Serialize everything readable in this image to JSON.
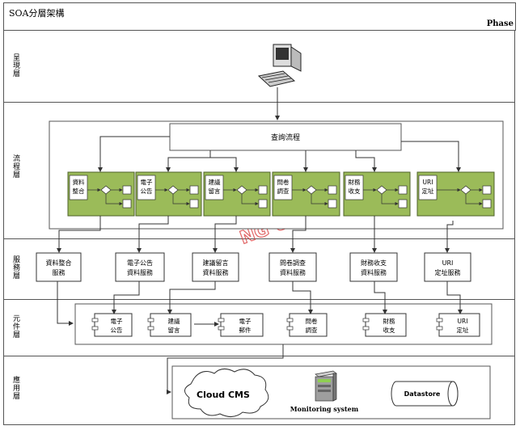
{
  "title": "SOA分層架構",
  "phase_label": "Phase",
  "lanes": {
    "presentation": "呈現層",
    "process": "流程層",
    "service": "服務層",
    "component": "元件層",
    "application": "應用層"
  },
  "process": {
    "query_flow": "查詢流程",
    "subflows": [
      {
        "line1": "資料",
        "line2": "整合"
      },
      {
        "line1": "電子",
        "line2": "公告"
      },
      {
        "line1": "建議",
        "line2": "留言"
      },
      {
        "line1": "問卷",
        "line2": "調查"
      },
      {
        "line1": "財務",
        "line2": "收支"
      },
      {
        "line1": "URI",
        "line2": "定址"
      }
    ]
  },
  "services": [
    {
      "line1": "資料整合",
      "line2": "服務"
    },
    {
      "line1": "電子公告",
      "line2": "資料服務"
    },
    {
      "line1": "建議留言",
      "line2": "資料服務"
    },
    {
      "line1": "問卷調查",
      "line2": "資料服務"
    },
    {
      "line1": "財務收支",
      "line2": "資料服務"
    },
    {
      "line1": "URI",
      "line2": "定址服務"
    }
  ],
  "components": [
    {
      "line1": "電子",
      "line2": "公告"
    },
    {
      "line1": "建議",
      "line2": "留言"
    },
    {
      "line1": "電子",
      "line2": "郵件"
    },
    {
      "line1": "問卷",
      "line2": "調查"
    },
    {
      "line1": "財務",
      "line2": "收支"
    },
    {
      "line1": "URI",
      "line2": "定址"
    }
  ],
  "applications": {
    "cloud_cms": "Cloud CMS",
    "monitoring": "Monitoring system",
    "datastore": "Datastore"
  },
  "watermark": "NG UNIVERS",
  "colors": {
    "green": "#9bbb59",
    "green_dark": "#7a9a3c",
    "border": "#555555",
    "arrow": "#333333",
    "watermark": "#d94040",
    "server_body": "#9e9e9e",
    "server_light": "#8fcf52"
  },
  "icons": {
    "presentation": "desktop-computer-icon",
    "monitoring": "server-icon"
  }
}
